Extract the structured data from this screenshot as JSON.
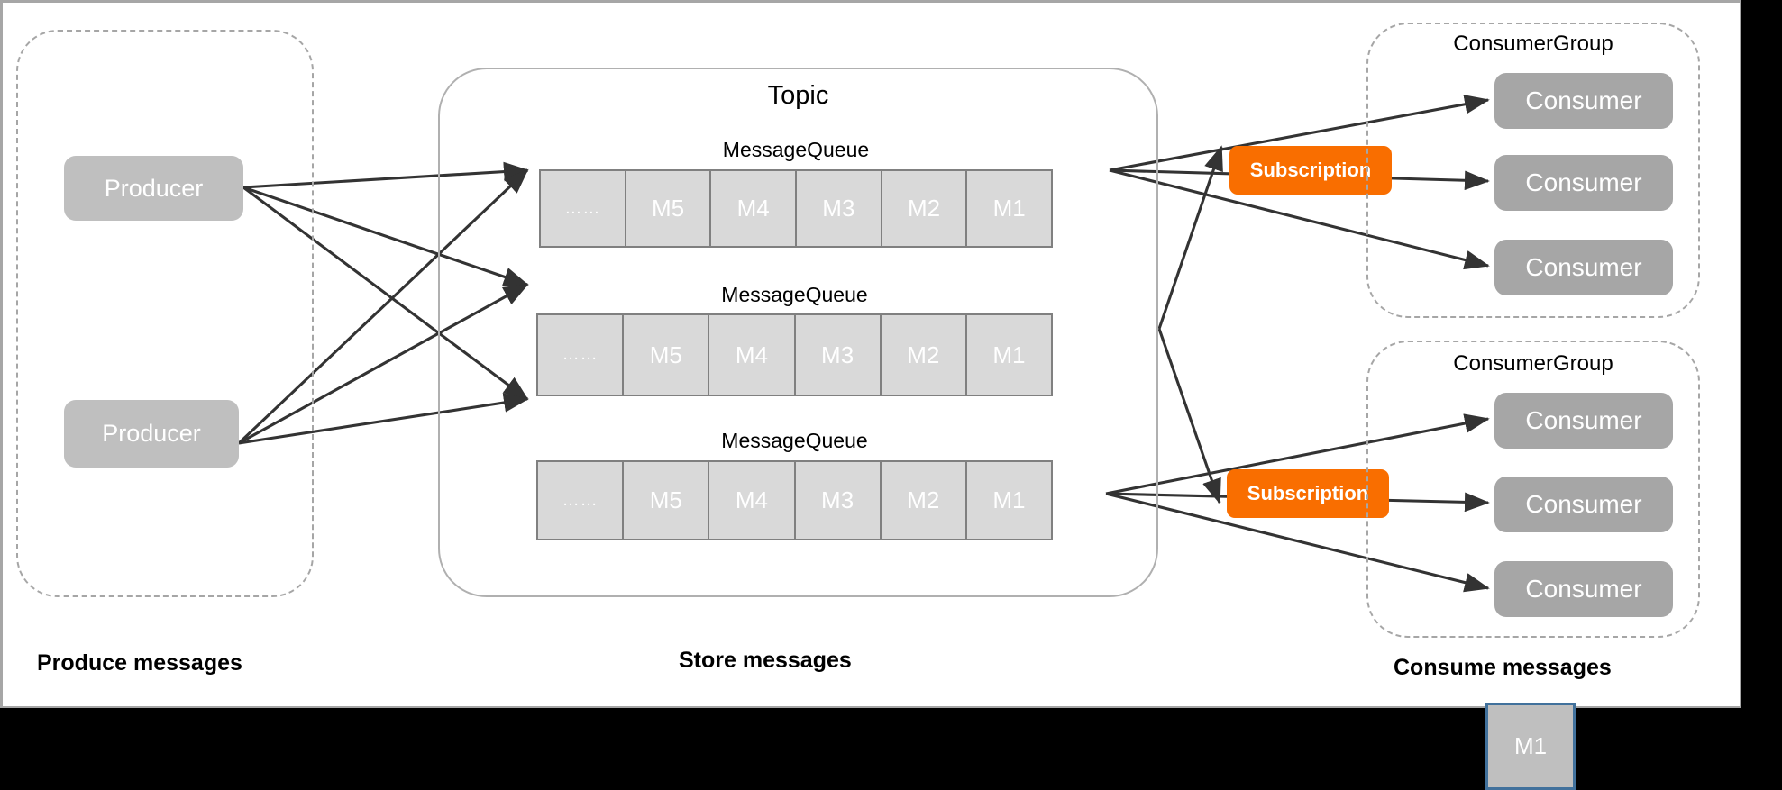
{
  "canvas": {
    "background": "#ffffff",
    "outside_background": "#000000"
  },
  "colors": {
    "producer_fill": "#bfbfbf",
    "consumer_fill": "#a6a6a6",
    "subscription_fill": "#f96e00",
    "queue_cell_fill": "#d9d9d9",
    "queue_cell_border": "#808080",
    "dashed_border": "#a6a6a6",
    "topic_border": "#b0b0b0",
    "arrow": "#333333",
    "selection_border": "#41719c"
  },
  "produce_section": {
    "phase_label": "Produce messages",
    "producers": [
      {
        "label": "Producer"
      },
      {
        "label": "Producer"
      }
    ]
  },
  "store_section": {
    "phase_label": "Store messages",
    "topic_title": "Topic",
    "queues": [
      {
        "title": "MessageQueue",
        "cells": [
          "……",
          "M5",
          "M4",
          "M3",
          "M2",
          "M1"
        ]
      },
      {
        "title": "MessageQueue",
        "cells": [
          "……",
          "M5",
          "M4",
          "M3",
          "M2",
          "M1"
        ]
      },
      {
        "title": "MessageQueue",
        "cells": [
          "……",
          "M5",
          "M4",
          "M3",
          "M2",
          "M1"
        ]
      }
    ]
  },
  "consume_section": {
    "phase_label": "Consume messages",
    "subscriptions": [
      {
        "label": "Subscription"
      },
      {
        "label": "Subscription"
      }
    ],
    "consumer_groups": [
      {
        "title": "ConsumerGroup",
        "consumers": [
          {
            "label": "Consumer"
          },
          {
            "label": "Consumer"
          },
          {
            "label": "Consumer"
          }
        ]
      },
      {
        "title": "ConsumerGroup",
        "consumers": [
          {
            "label": "Consumer"
          },
          {
            "label": "Consumer"
          },
          {
            "label": "Consumer"
          }
        ]
      }
    ]
  },
  "floating_message": {
    "label": "M1"
  }
}
